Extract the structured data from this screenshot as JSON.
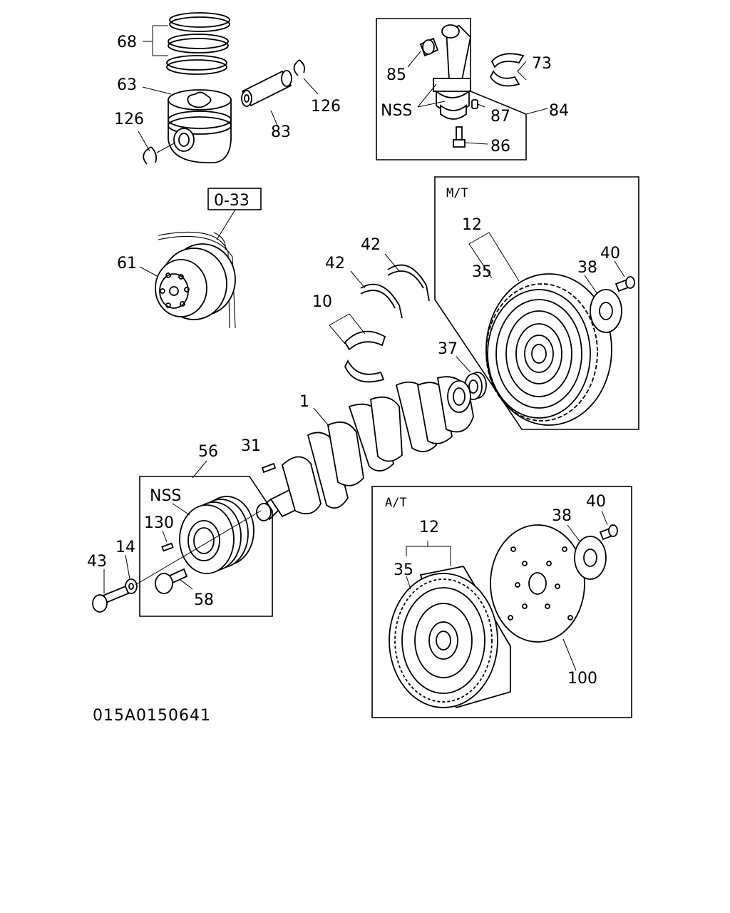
{
  "callouts": {
    "piston_rings": "68",
    "piston": "63",
    "snap_ring_right": "126",
    "snap_ring_left": "126",
    "piston_pin": "83",
    "bushing": "85",
    "bearing_conrod": "73",
    "conrod_nss": "NSS",
    "pin_87": "87",
    "conrod_assembly": "84",
    "conrod_bolt": "86",
    "pulley": "61",
    "thrust_washer_upper": "42",
    "thrust_washer_lower": "42",
    "main_bearing": "10",
    "pilot_bearing": "37",
    "crankshaft": "1",
    "key": "31",
    "damper_assembly": "56",
    "damper_nss": "NSS",
    "pin_130": "130",
    "washer": "14",
    "bolt_43": "43",
    "bolt_58": "58",
    "mt_flywheel_group": "12",
    "mt_ring_gear": "35",
    "mt_plate": "38",
    "mt_bolt": "40",
    "at_flywheel_group": "12",
    "at_ring_gear": "35",
    "at_plate": "38",
    "at_bolt": "40",
    "at_flexplate": "100"
  },
  "reference_box": "0-33",
  "mt_panel_title": "M/T",
  "at_panel_title": "A/T",
  "drawing_code": "015A0150641"
}
